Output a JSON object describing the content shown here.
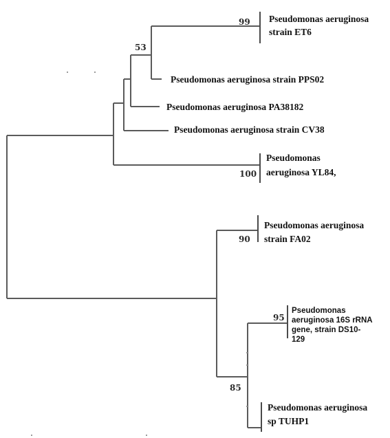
{
  "taxa": {
    "et6": [
      "Pseudomonas aeruginosa",
      "strain ET6"
    ],
    "pps02": [
      "Pseudomonas aeruginosa strain PPS02"
    ],
    "pa38182": [
      "Pseudomonas aeruginosa PA38182"
    ],
    "cv38": [
      "Pseudomonas aeruginosa strain CV38"
    ],
    "yl84": [
      "Pseudomonas",
      "aeruginosa YL84,"
    ],
    "fa02": [
      "Pseudomonas aeruginosa",
      "strain FA02"
    ],
    "ds10": [
      "Pseudomonas",
      "aeruginosa 16S rRNA",
      "gene, strain DS10-",
      "129"
    ],
    "tuhp1": [
      "Pseudomonas aeruginosa",
      "sp TUHP1"
    ]
  },
  "bootstrap": {
    "et6": "99",
    "pps02_clade": "53",
    "yl84": "100",
    "fa02": "90",
    "ds10": "95",
    "ds_tuhp_clade": "85"
  }
}
